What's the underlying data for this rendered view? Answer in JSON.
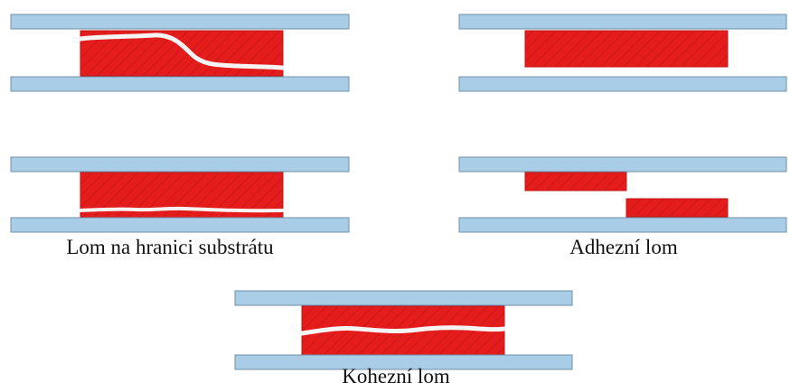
{
  "labels": {
    "substrate_failure": "Lom na hranici substrátu",
    "adhesive_failure": "Adhezní lom",
    "cohesive_failure": "Kohezní lom"
  },
  "colors": {
    "substrate_fill": "#a9cde6",
    "substrate_stroke": "#6f8fa8",
    "adhesive_fill": "#e51c1c",
    "adhesive_hatch": "#b31010",
    "crack": "#f4f4f4"
  }
}
